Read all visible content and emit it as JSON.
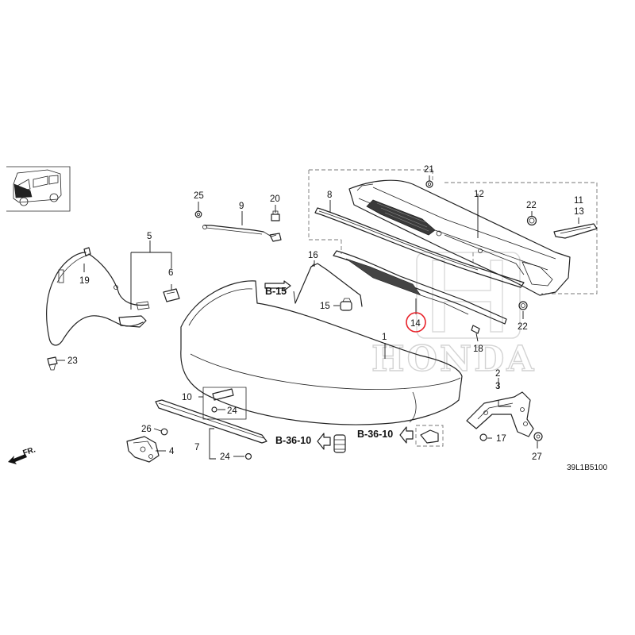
{
  "diagram": {
    "code": "39L1B5100",
    "front_label": "FR.",
    "watermark": "HONDA",
    "refs": [
      "B-15",
      "B-36-10",
      "B-36-10"
    ],
    "highlight_part": "14",
    "parts": [
      {
        "label": "1"
      },
      {
        "label": "2"
      },
      {
        "label": "3"
      },
      {
        "label": "4"
      },
      {
        "label": "5"
      },
      {
        "label": "6"
      },
      {
        "label": "7"
      },
      {
        "label": "8"
      },
      {
        "label": "9"
      },
      {
        "label": "10"
      },
      {
        "label": "11"
      },
      {
        "label": "12"
      },
      {
        "label": "13"
      },
      {
        "label": "14"
      },
      {
        "label": "15"
      },
      {
        "label": "16"
      },
      {
        "label": "17"
      },
      {
        "label": "18"
      },
      {
        "label": "19"
      },
      {
        "label": "20"
      },
      {
        "label": "21"
      },
      {
        "label": "22"
      },
      {
        "label": "22"
      },
      {
        "label": "23"
      },
      {
        "label": "24"
      },
      {
        "label": "24"
      },
      {
        "label": "25"
      },
      {
        "label": "26"
      },
      {
        "label": "27"
      }
    ]
  }
}
